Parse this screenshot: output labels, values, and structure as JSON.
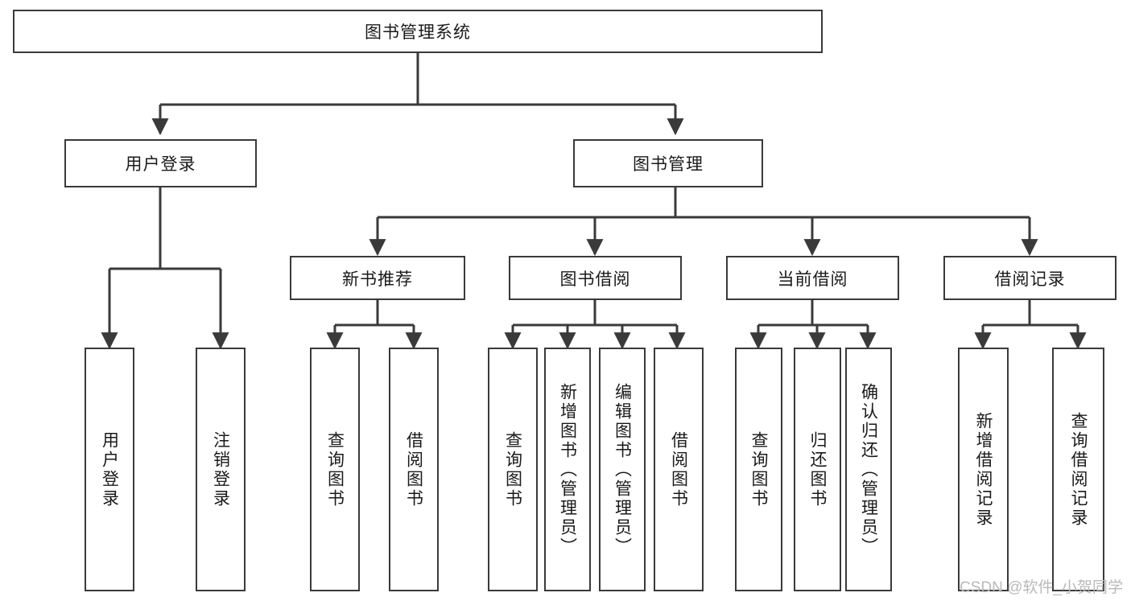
{
  "diagram": {
    "title": "图书管理系统",
    "type": "tree-hierarchy-diagram",
    "colors": {
      "box_border": "#3a3a3a",
      "box_fill": "#ffffff",
      "edge": "#3a3a3a",
      "text": "#1a1a1a",
      "watermark": "#b9b9b9"
    },
    "root": {
      "label": "图书管理系统"
    },
    "level2": [
      {
        "label": "用户登录"
      },
      {
        "label": "图书管理"
      }
    ],
    "level3": [
      {
        "label": "新书推荐"
      },
      {
        "label": "图书借阅"
      },
      {
        "label": "当前借阅"
      },
      {
        "label": "借阅记录"
      }
    ],
    "leaves": {
      "user_login": [
        {
          "label": "用户登录"
        },
        {
          "label": "注销登录"
        }
      ],
      "new_book_recommend": [
        {
          "label": "查询图书"
        },
        {
          "label": "借阅图书"
        }
      ],
      "book_borrow": [
        {
          "label": "查询图书"
        },
        {
          "label": "新增图书（管理员）"
        },
        {
          "label": "编辑图书（管理员）"
        },
        {
          "label": "借阅图书"
        }
      ],
      "current_borrow": [
        {
          "label": "查询图书"
        },
        {
          "label": "归还图书"
        },
        {
          "label": "确认归还（管理员）"
        }
      ],
      "borrow_record": [
        {
          "label": "新增借阅记录"
        },
        {
          "label": "查询借阅记录"
        }
      ]
    }
  },
  "watermark": {
    "text": "CSDN @软件_小贺同学"
  }
}
